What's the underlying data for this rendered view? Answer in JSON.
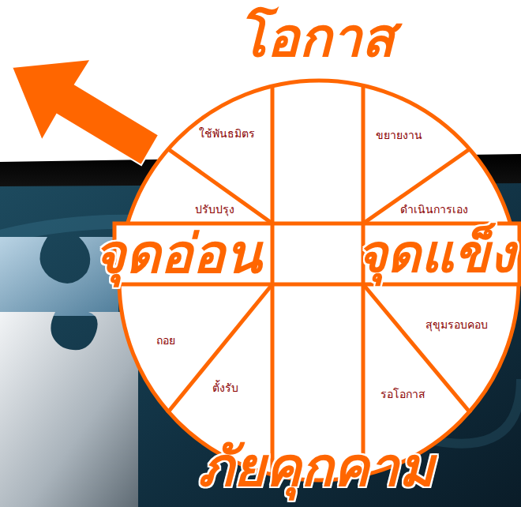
{
  "diagram": {
    "labels": [
      "โอกาส",
      "ใช้พันธมิตร",
      "ขยายงาน",
      "ปรับปรุง",
      "ดำเนินการเอง",
      "จุดอ่อน",
      "จุดแข็ง",
      "ถอย",
      "สุขุมรอบคอบ",
      "ตั้งรับ",
      "รอโอกาส",
      "ภัยคุกคาม"
    ]
  }
}
